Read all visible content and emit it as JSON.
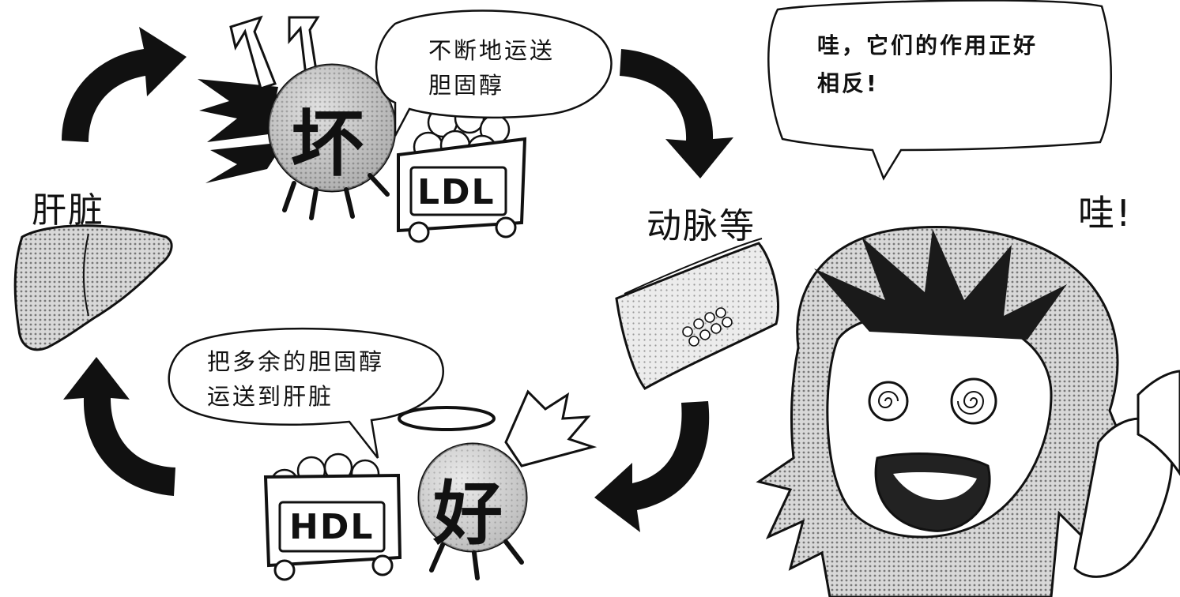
{
  "labels": {
    "liver": "肝脏",
    "artery": "动脉等",
    "exclaim": "哇!"
  },
  "ldl": {
    "tag": "LDL",
    "face_char": "坏",
    "speech_lines": [
      "不断地运送",
      "胆固醇"
    ]
  },
  "hdl": {
    "tag": "HDL",
    "face_char": "好",
    "speech_lines": [
      "把多余的胆固醇",
      "运送到肝脏"
    ]
  },
  "character": {
    "speech_lines": [
      "哇，它们的作用正好",
      "相反!"
    ]
  },
  "colors": {
    "ink": "#111111",
    "screentone": "#9a9a9a",
    "paper": "#ffffff"
  }
}
